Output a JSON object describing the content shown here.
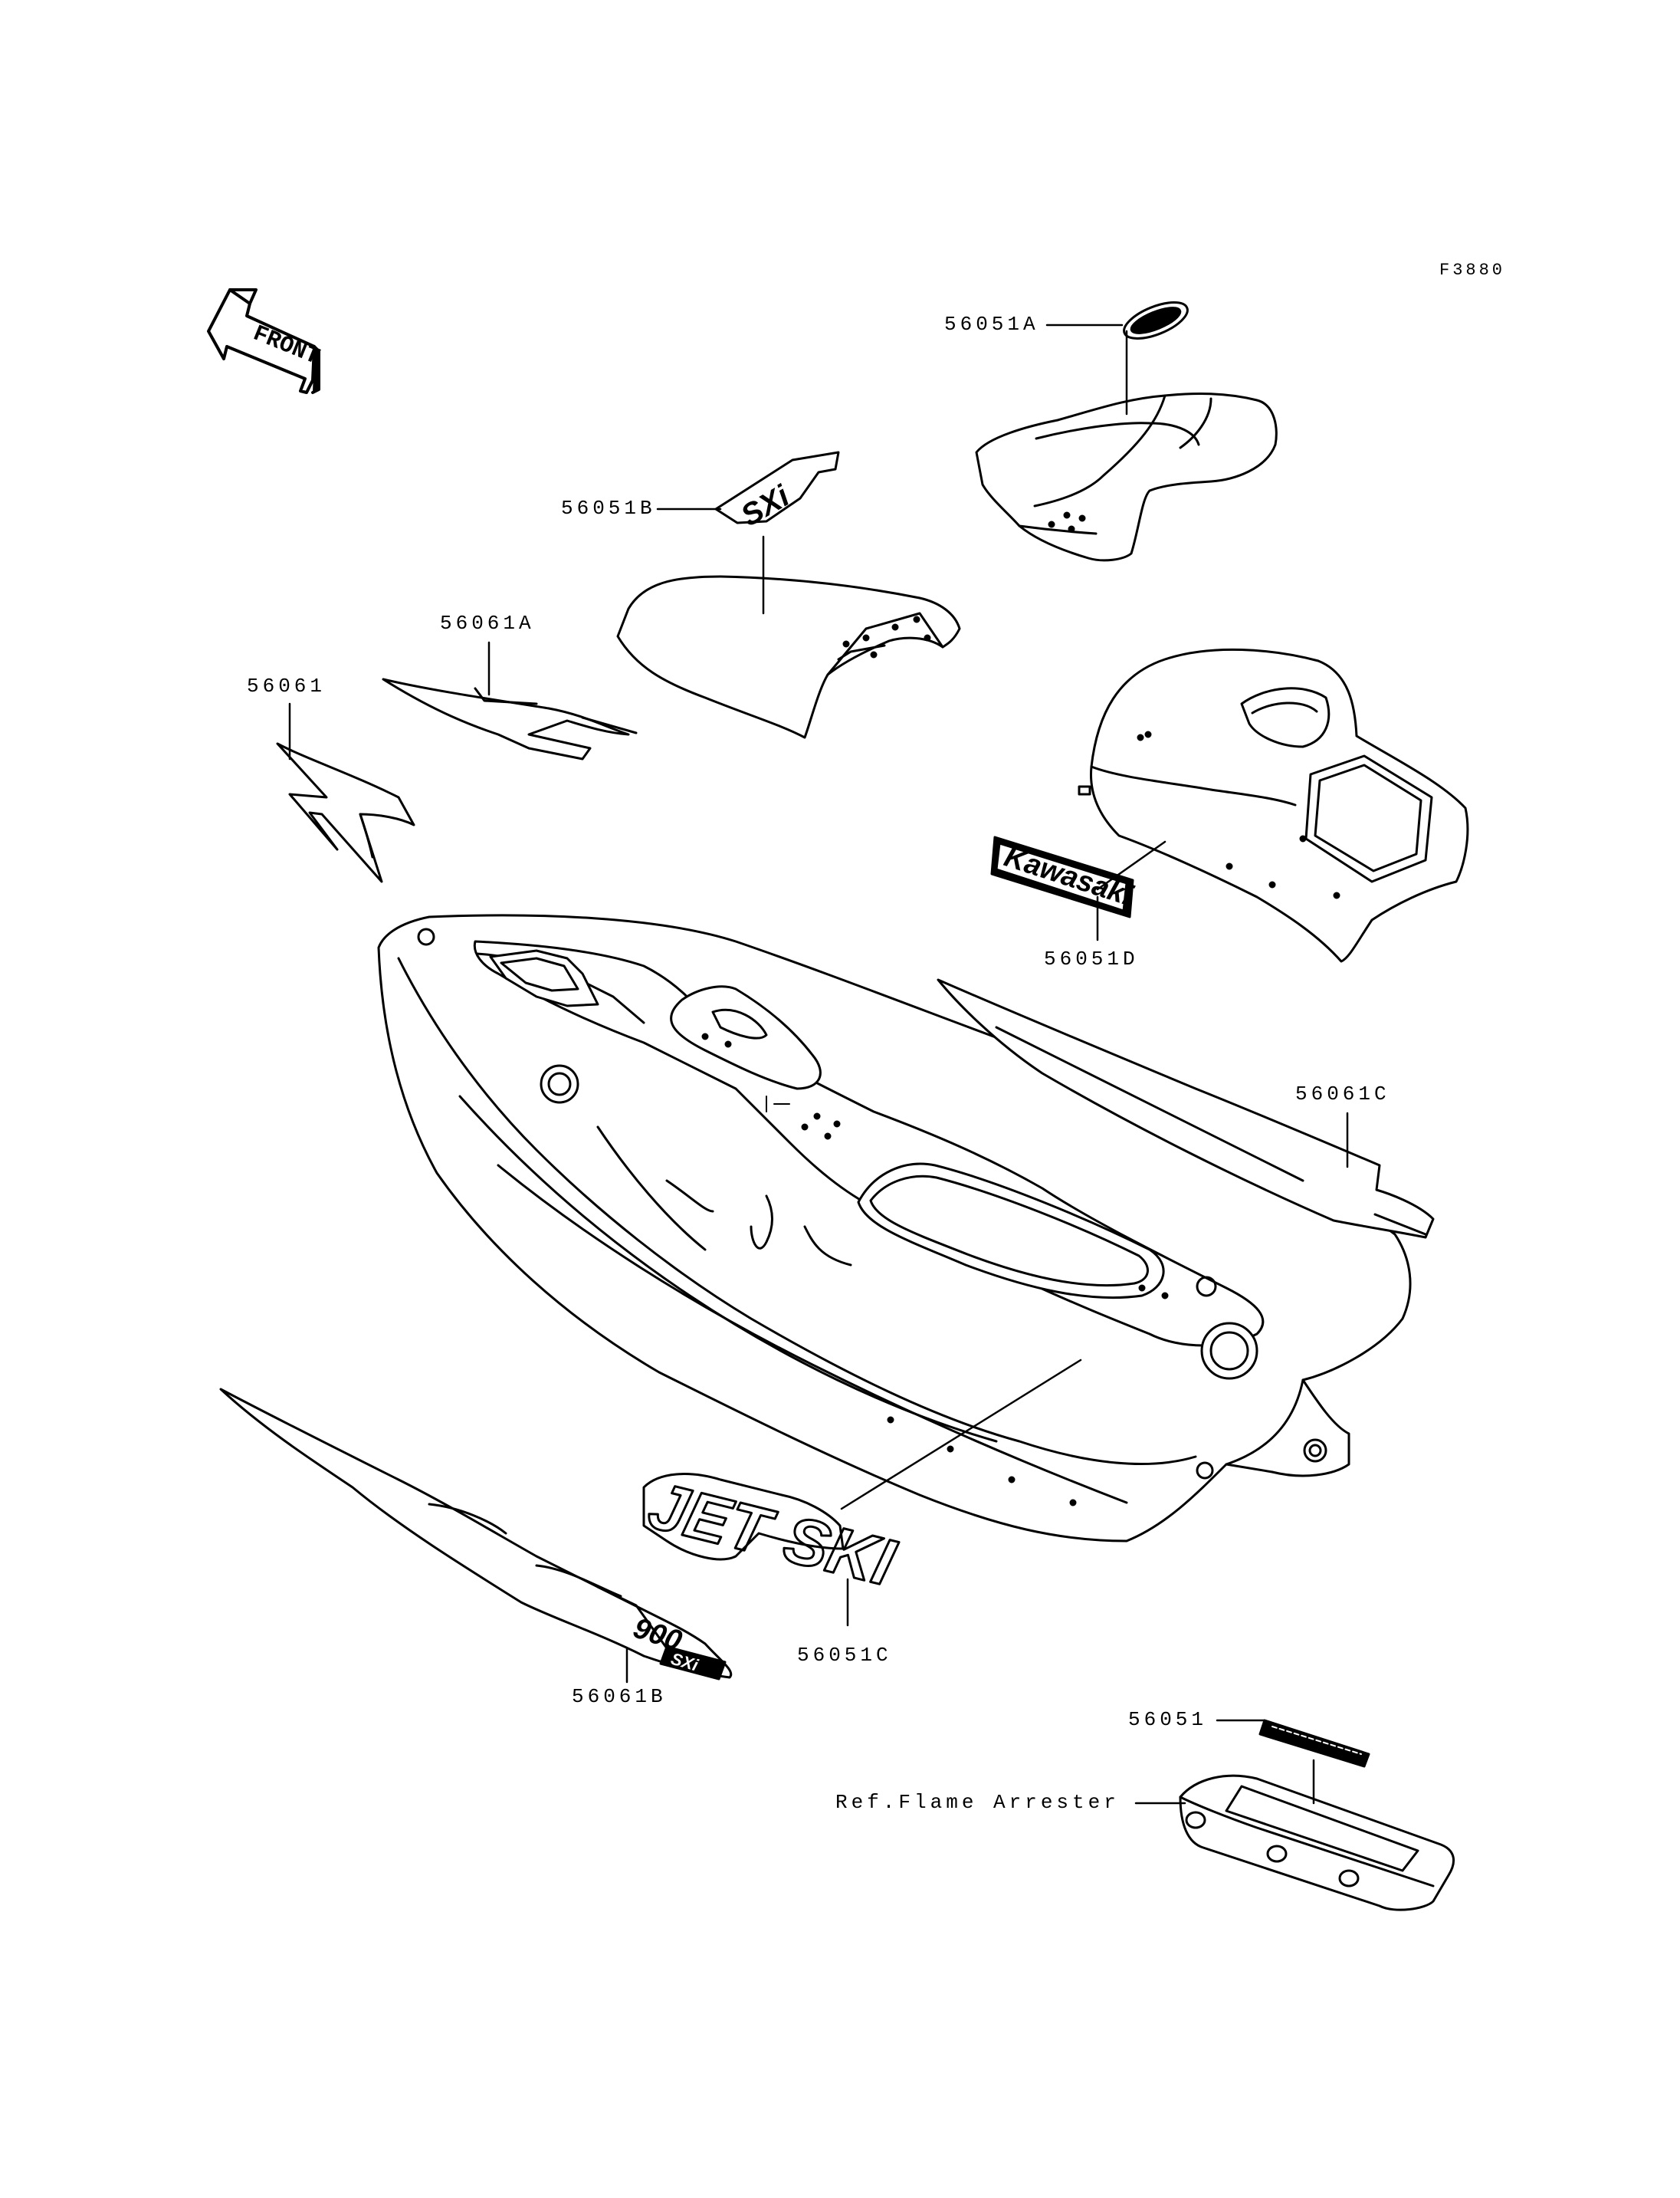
{
  "figure_id": "F3880",
  "orientation": {
    "label": "FRONT",
    "icon": "front-arrow-icon"
  },
  "callouts": {
    "c56051A": "56051A",
    "c56051B": "56051B",
    "c56061A": "56061A",
    "c56061": "56061",
    "c56051D": "56051D",
    "c56061C": "56061C",
    "c56051C": "56051C",
    "c56061B": "56061B",
    "c56051": "56051",
    "ref_flame_arrester": "Ref.Flame Arrester"
  },
  "decal_text": {
    "kawasaki": "Kawasaki",
    "jetski": "JET SKI",
    "sxi": "SXi",
    "model_900": "900"
  },
  "colors": {
    "ink": "#000000",
    "paper": "#ffffff"
  }
}
